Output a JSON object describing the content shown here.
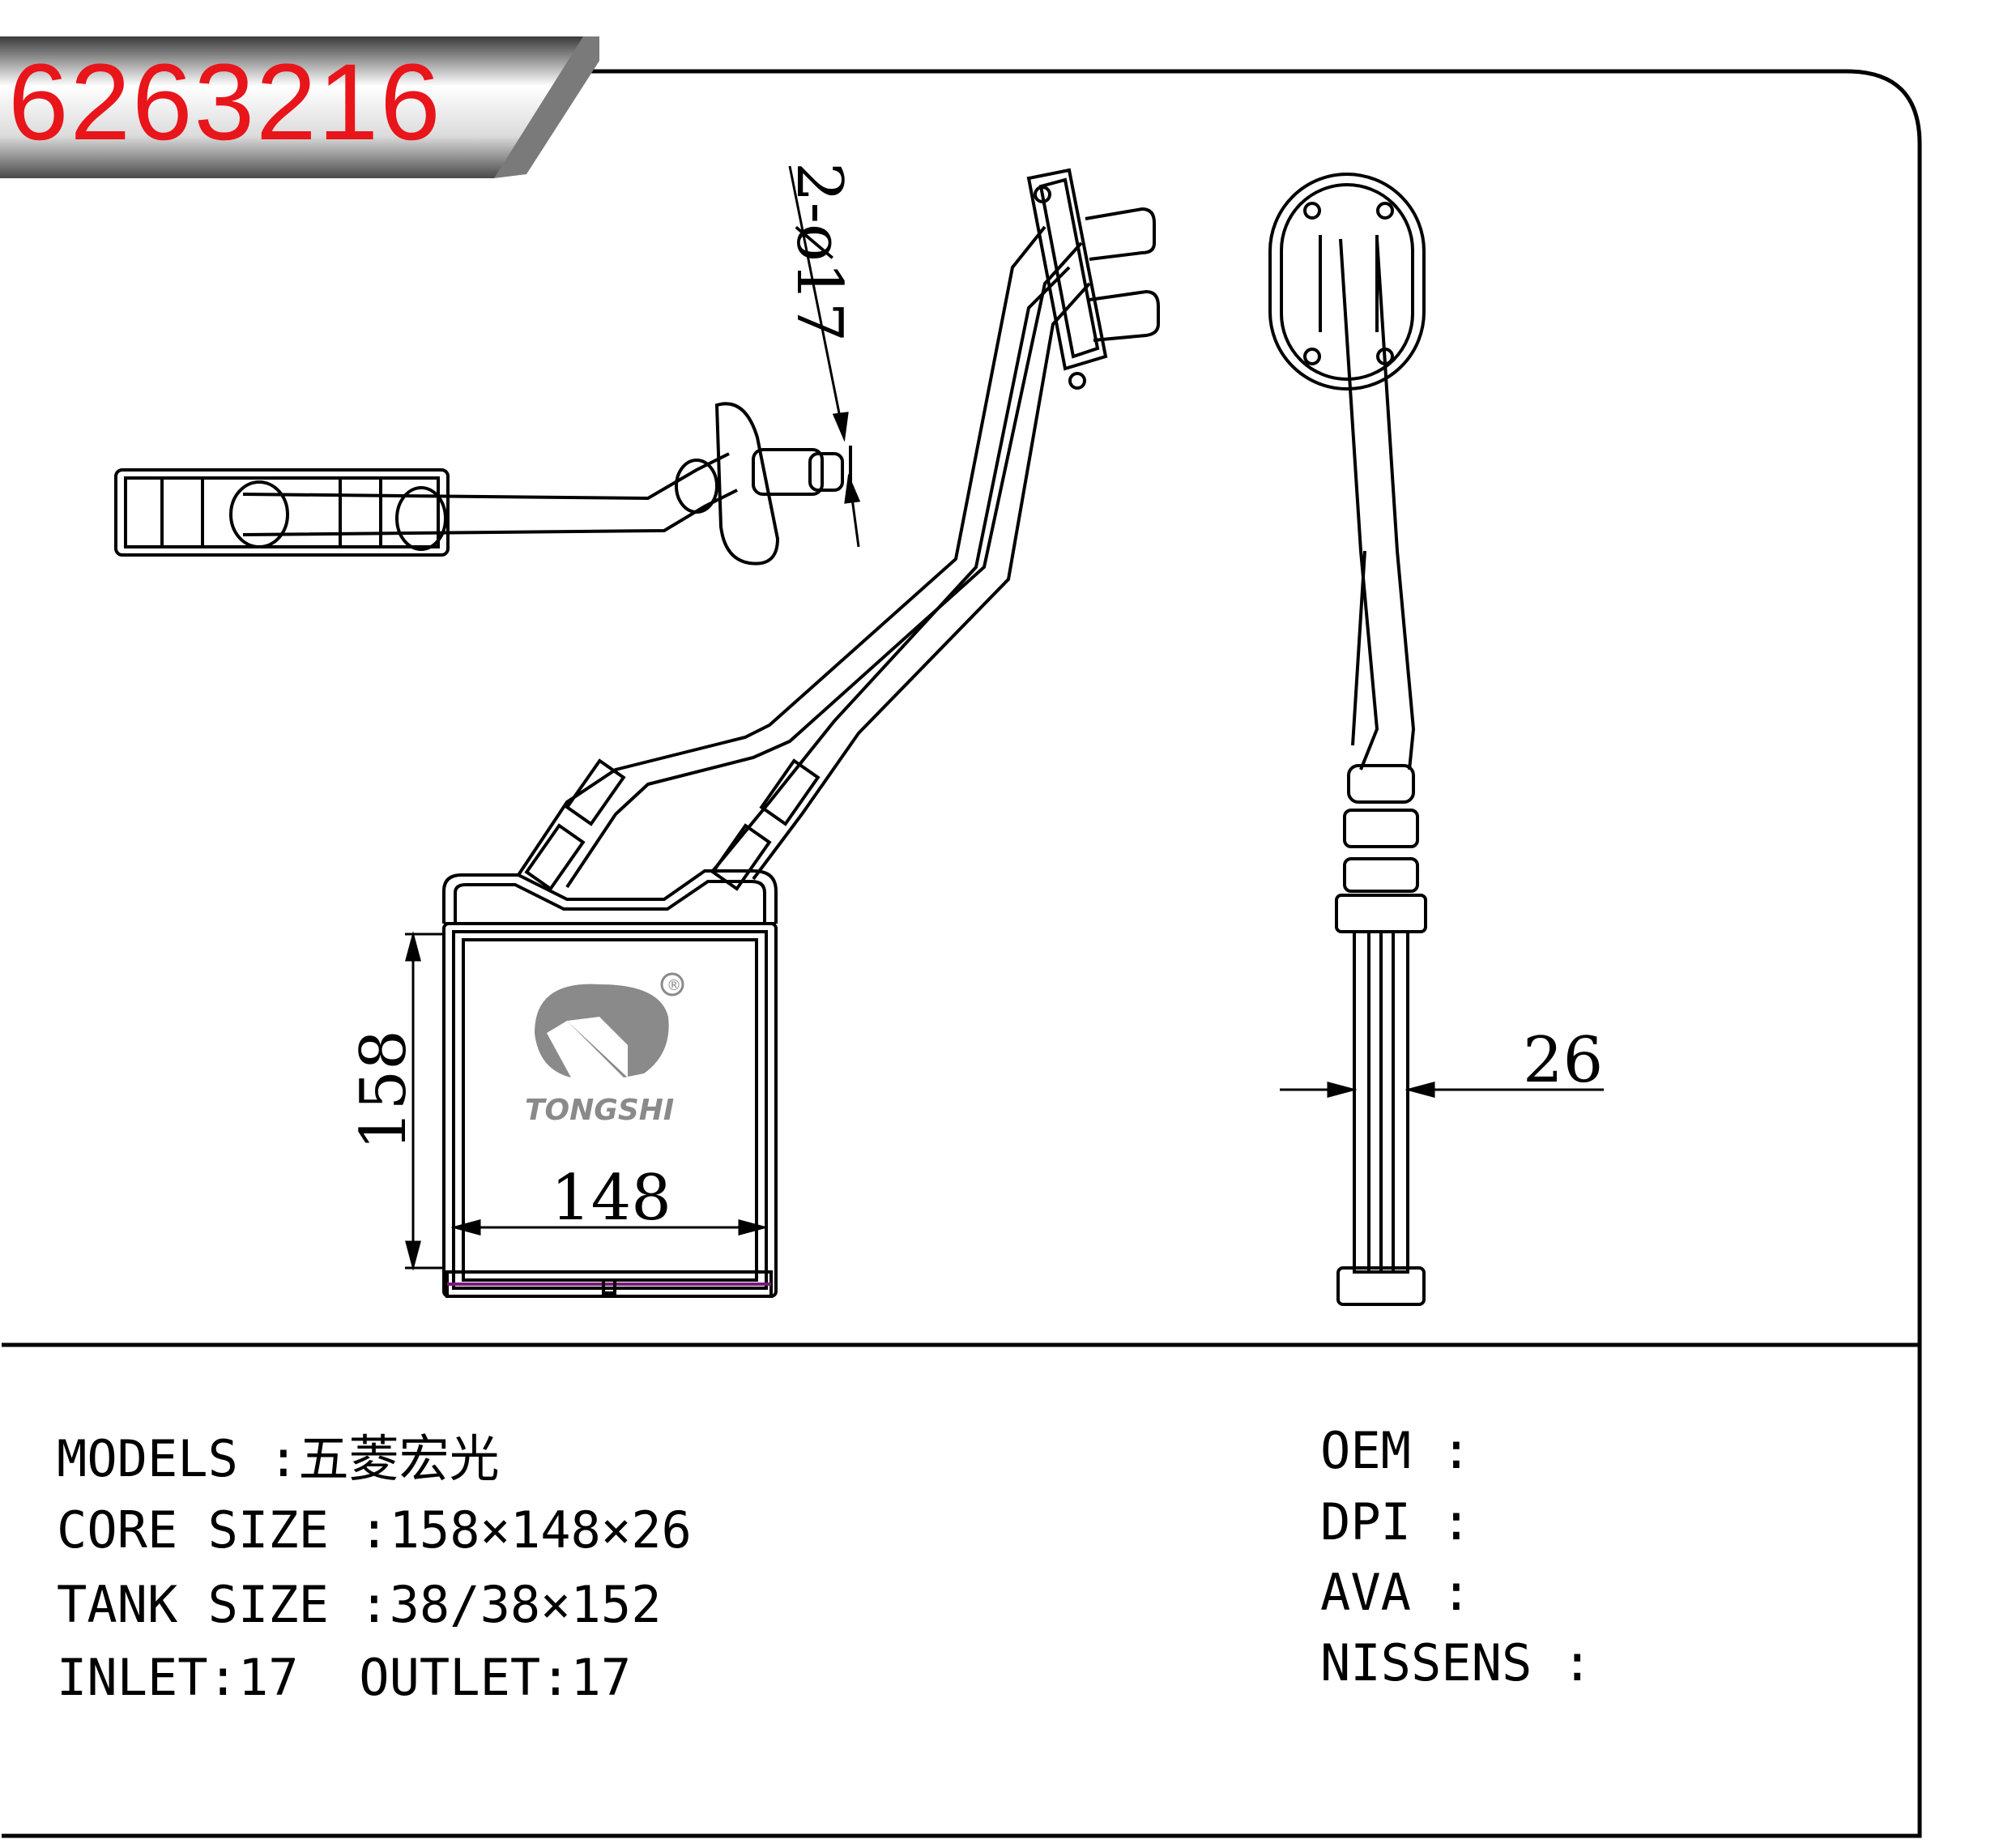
{
  "part_number": "6263216",
  "brand": {
    "name": "TONGSHI",
    "registered_mark": "®"
  },
  "dimensions": {
    "height": "158",
    "width": "148",
    "thickness": "26",
    "pipe_diameter": "2-ø17"
  },
  "specs": {
    "models": "MODELS :五菱宏光",
    "core_size": "CORE SIZE :158×148×26",
    "tank_size": "TANK SIZE :38/38×152",
    "inlet_outlet": "INLET:17  OUTLET:17"
  },
  "references": {
    "oem": "OEM :",
    "dpi": "DPI :",
    "ava": "AVA :",
    "nissens": "NISSENS :"
  },
  "colors": {
    "part_number": "#e8151a",
    "logo": "#8a8a8a",
    "line": "#000000",
    "accent_line": "#7a1a7a"
  }
}
